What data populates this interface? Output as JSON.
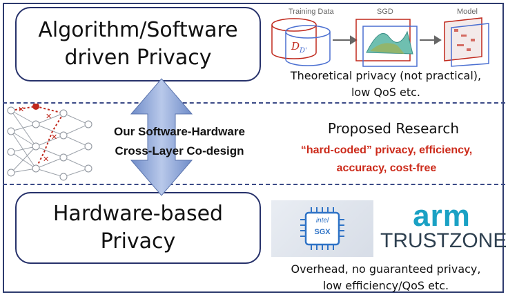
{
  "top_box": {
    "label": "Algorithm/Software\ndriven Privacy"
  },
  "bottom_box": {
    "label": "Hardware-based\nPrivacy"
  },
  "top_caption": "Theoretical privacy (not practical),\nlow QoS etc.",
  "bottom_caption": "Overhead, no guaranteed privacy,\nlow efficiency/QoS etc.",
  "middle": {
    "title": "Our Software-Hardware\nCross-Layer Co-design",
    "proposed_title": "Proposed Research",
    "proposed_desc": "“hard-coded” privacy, efficiency,\naccuracy, cost-free"
  },
  "pipeline": {
    "training_data": "Training Data",
    "sgd": "SGD",
    "model": "Model",
    "dataset_symbol": "D",
    "dataset_prime": "D'"
  },
  "logos": {
    "intel": "intel",
    "sgx": "SGX",
    "arm": "arm",
    "trustzone": "TRUSTZONE"
  },
  "colors": {
    "border": "#2e3b6e",
    "accent_red": "#cc2a1a",
    "arrow_blue": "#8aa2d8",
    "arm_blue": "#1aa1c4"
  }
}
